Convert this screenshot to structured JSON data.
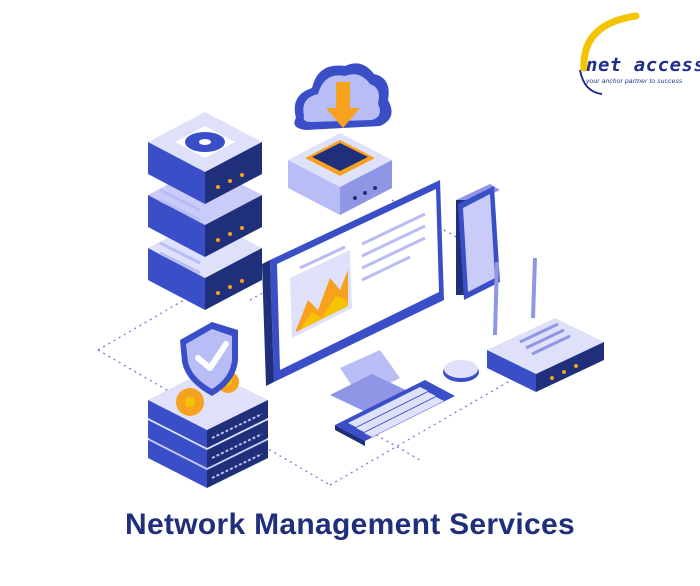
{
  "logo": {
    "name": "net access",
    "tagline": "your anchor partner to success"
  },
  "caption": "Network Management Services",
  "colors": {
    "navy": "#1f2f7a",
    "blue": "#3a4fc7",
    "lavender": "#b9bdf5",
    "light_lavender": "#dfe1fb",
    "orange": "#f6a21e",
    "yellow": "#f5c400"
  },
  "icons": [
    "server-rack-icon",
    "cloud-download-icon",
    "monitor-icon",
    "chart-icon",
    "smartphone-icon",
    "router-icon",
    "mouse-icon",
    "keyboard-icon",
    "security-shield-icon",
    "gear-icon",
    "network-switch-icon"
  ]
}
